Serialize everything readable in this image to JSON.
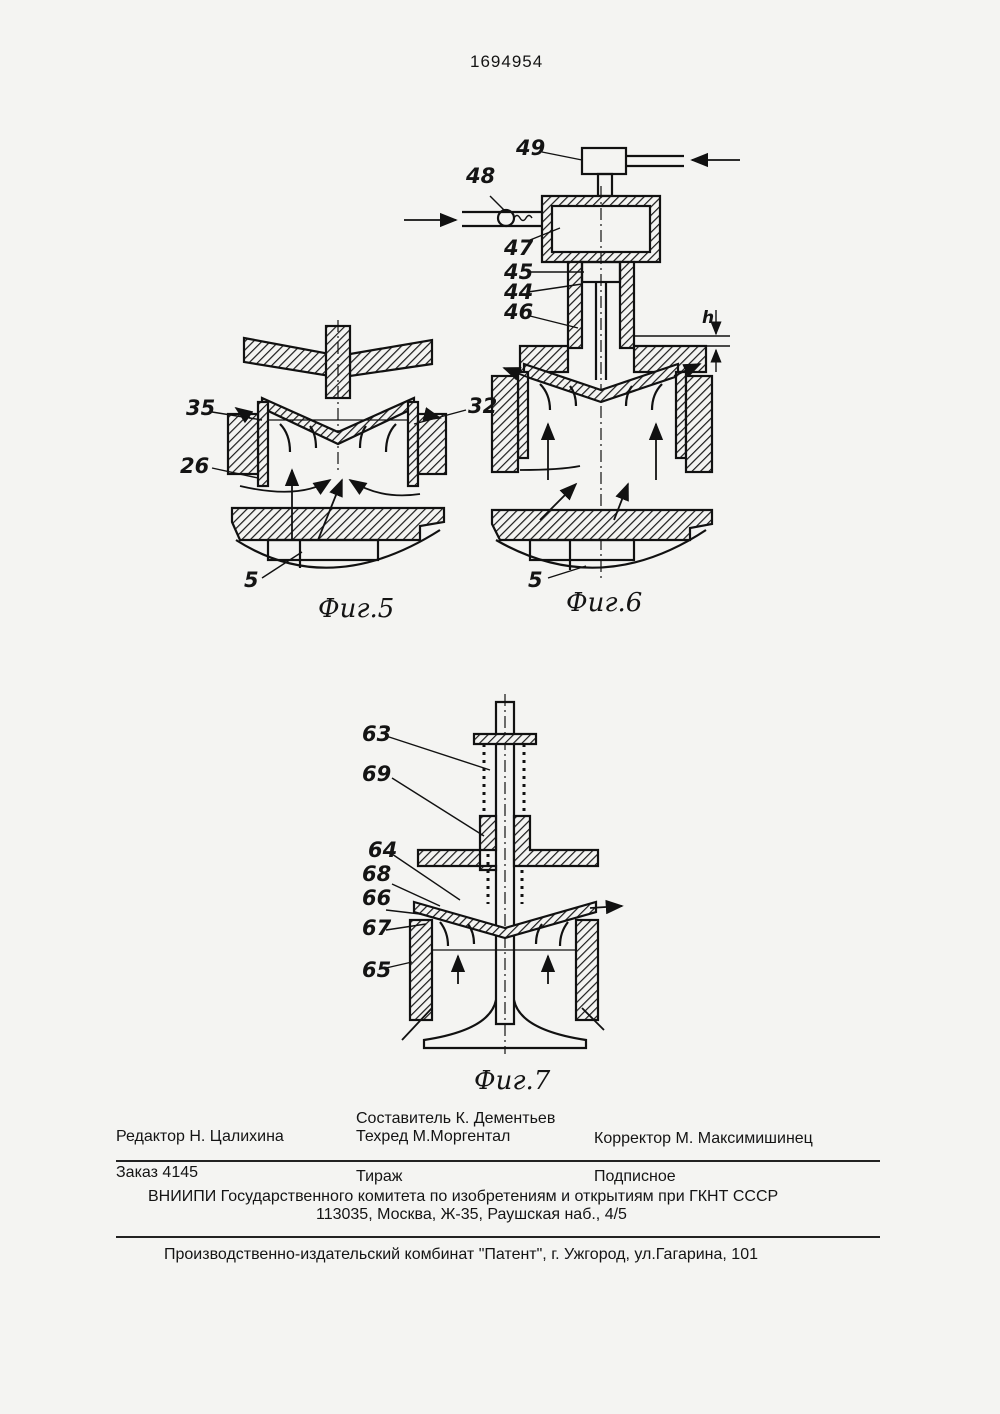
{
  "doc_number": "1694954",
  "figures": {
    "fig5": {
      "caption": "Фиг.5",
      "labels": {
        "l35": "35",
        "l32": "32",
        "l26": "26",
        "l5": "5"
      }
    },
    "fig6": {
      "caption": "Фиг.6",
      "labels": {
        "l49": "49",
        "l48": "48",
        "l47": "47",
        "l45": "45",
        "l44": "44",
        "l46": "46",
        "lh": "h",
        "l5": "5"
      }
    },
    "fig7": {
      "caption": "Фиг.7",
      "labels": {
        "l63": "63",
        "l69": "69",
        "l64": "64",
        "l68": "68",
        "l66": "66",
        "l67": "67",
        "l65": "65"
      }
    }
  },
  "footer": {
    "compiler": "Составитель К. Дементьев",
    "editor": "Редактор Н. Цалихина",
    "techred": "Техред М.Моргентал",
    "corrector": "Корректор М. Максимишинец",
    "order": "Заказ 4145",
    "circulation": "Тираж",
    "subscription": "Подписное",
    "org": "ВНИИПИ Государственного комитета по изобретениям и открытиям при ГКНТ СССР",
    "address": "113035, Москва, Ж-35, Раушская наб., 4/5",
    "publisher": "Производственно-издательский комбинат \"Патент\", г. Ужгород, ул.Гагарина, 101"
  }
}
